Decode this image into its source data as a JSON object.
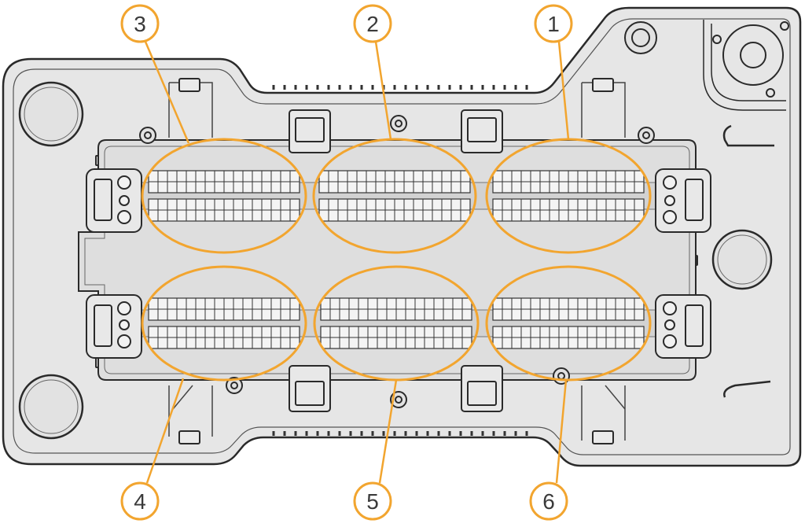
{
  "diagram": {
    "colors": {
      "body_fill": "#e6e6e6",
      "body_stroke": "#2a2a2a",
      "inner_fill": "#dcdcdc",
      "highlight": "#f2a52f",
      "callout_fill": "#ffffff",
      "grid_stroke": "#333333"
    },
    "callouts": [
      {
        "label": "1"
      },
      {
        "label": "2"
      },
      {
        "label": "3"
      },
      {
        "label": "4"
      },
      {
        "label": "5"
      },
      {
        "label": "6"
      }
    ]
  }
}
